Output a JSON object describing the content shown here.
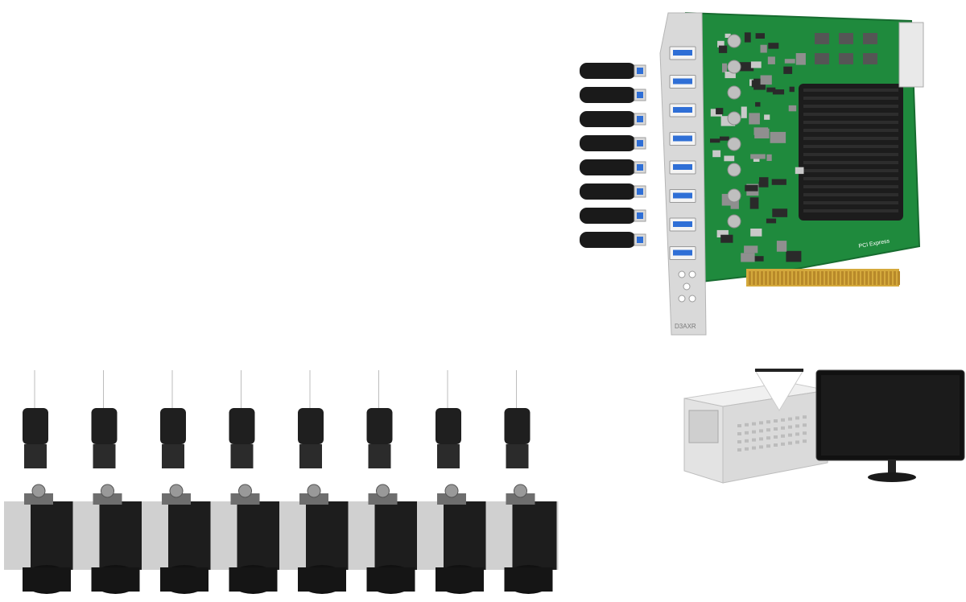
{
  "scene": {
    "background": "#ffffff",
    "usb_port_color": "#2f6fd6",
    "pcb_color": "#1f8a3d",
    "heatsink_color": "#1c1c1c",
    "bracket_color": "#d9d9d9",
    "card": {
      "usb_ports": 8,
      "usb_sticks": 8,
      "logo_text": "PCI Express",
      "bracket_label": "D3AXR"
    },
    "cameras": {
      "count": 8
    },
    "workstation": {
      "icon": "industrial-pc-icon",
      "monitor_icon": "monitor-icon"
    }
  }
}
